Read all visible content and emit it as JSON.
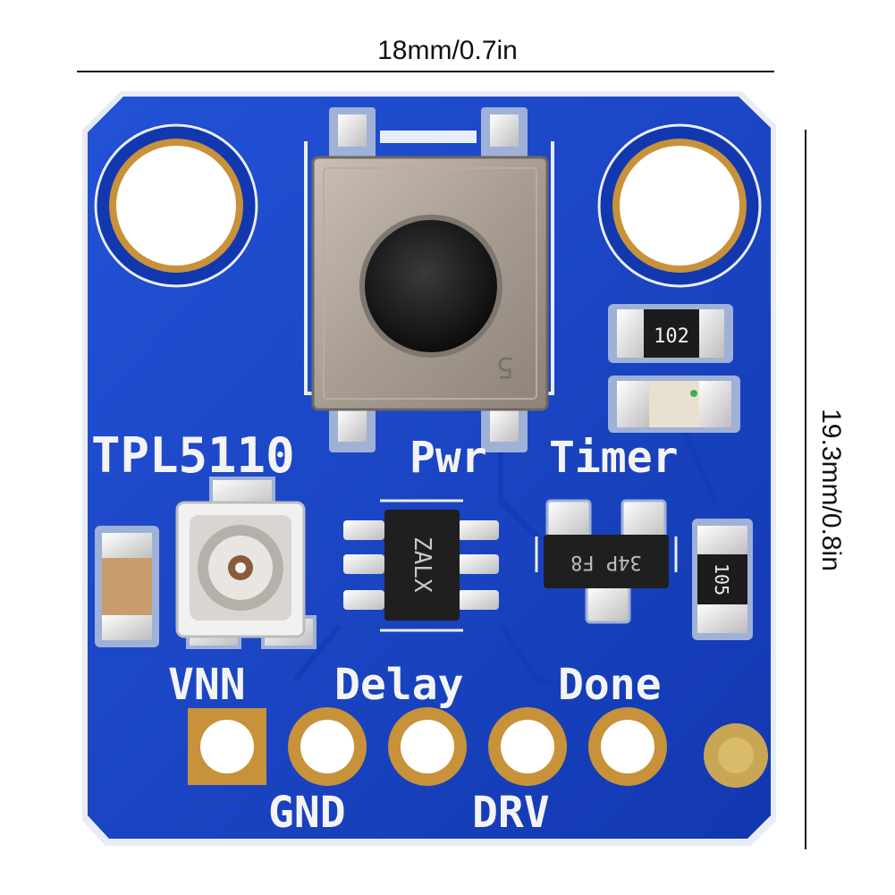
{
  "dimensions": {
    "width_label": "18mm/0.7in",
    "height_label": "19.3mm/0.8in"
  },
  "board": {
    "title": "TPL5110",
    "pwr_label": "Pwr",
    "timer_label": "Timer",
    "pin_labels_top": [
      "VNN",
      "Delay",
      "Done"
    ],
    "pin_labels_bottom": [
      "GND",
      "DRV"
    ],
    "resistor_102": "102",
    "resistor_105": "105",
    "ic_marking": "ZALX",
    "transistor_marking": "34P F8",
    "button_marking": "5"
  },
  "colors": {
    "pcb": "#1a47c9",
    "pcb_dark": "#0f33a3",
    "gold": "#c8923a",
    "silkscreen": "#f4f4f4"
  }
}
